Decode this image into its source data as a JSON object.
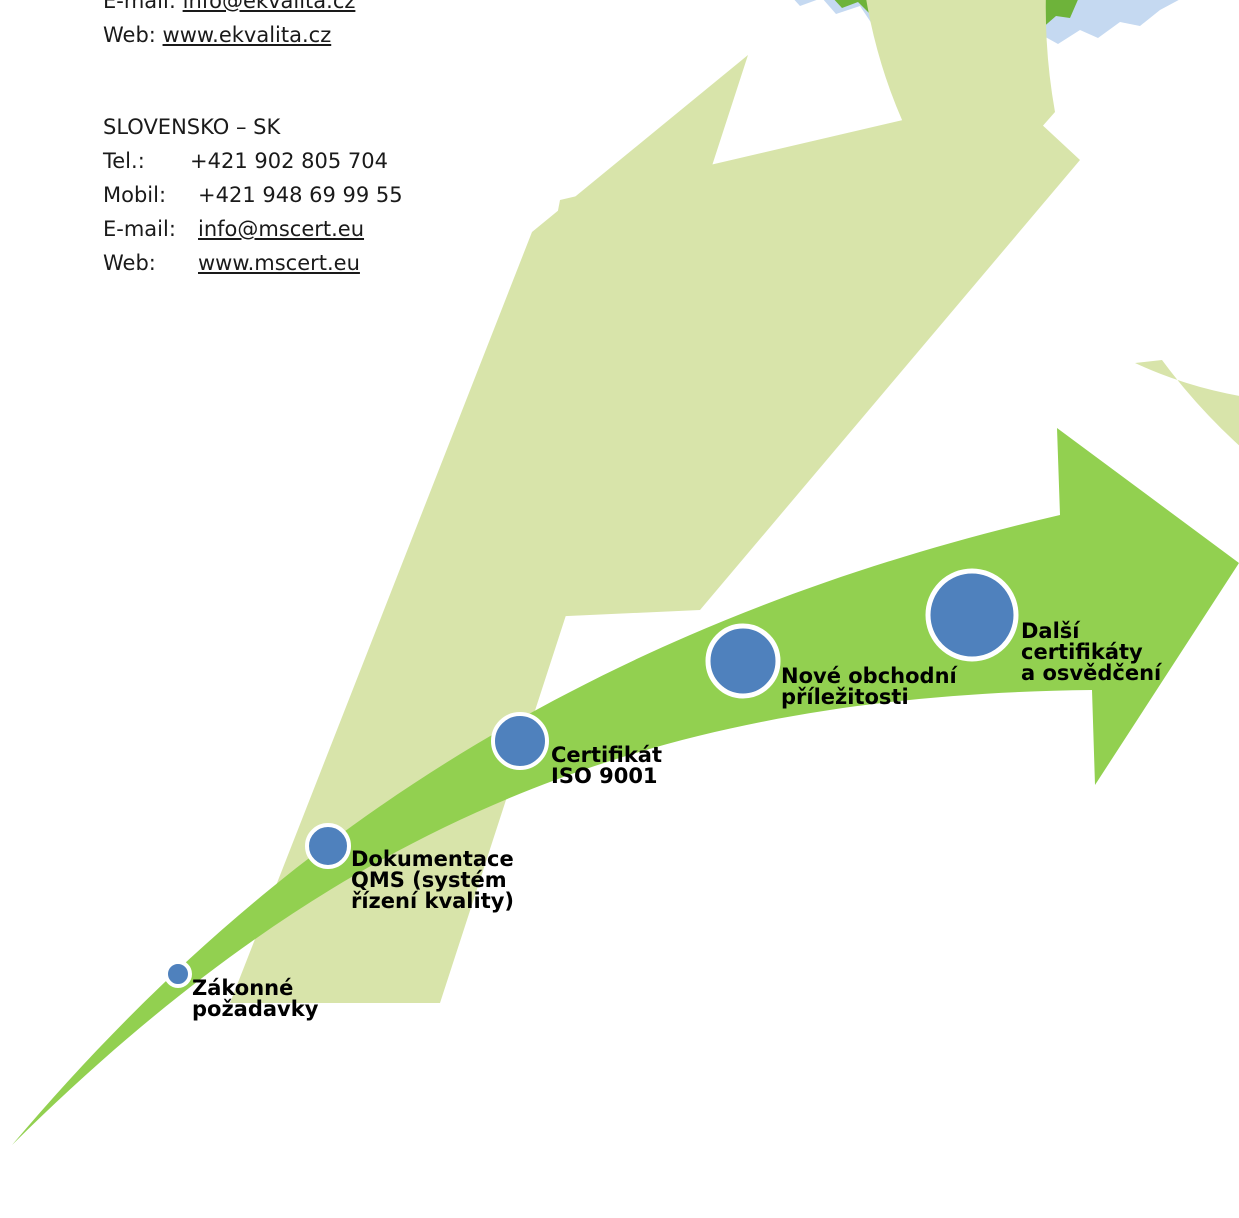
{
  "contacts": {
    "cz": {
      "email_label": "E-mail:",
      "email": "info@ekvalita.cz",
      "web_label": "Web:",
      "web": "www.ekvalita.cz"
    },
    "sk": {
      "heading": "SLOVENSKO – SK",
      "tel_label": "Tel.:",
      "tel": "+421 902 805 704",
      "mobil_label": "Mobil:",
      "mobil": "+421 948 69 99 55",
      "email_label": "E-mail:",
      "email": "info@mscert.eu",
      "web_label": "Web:",
      "web": "www.mscert.eu"
    }
  },
  "milestones": [
    {
      "label": "Zákonné\npožadavky"
    },
    {
      "label": "Dokumentace\nQMS (systém\nřízení kvality)"
    },
    {
      "label": "Certifikát\nISO 9001"
    },
    {
      "label": "Nové obchodní\npříležitosti"
    },
    {
      "label": "Další\ncertifikáty\na osvědčení"
    }
  ],
  "colors": {
    "logo_light_green": "#d8e4aa",
    "arrow_green": "#92d050",
    "circle_blue": "#4f81bd",
    "seal_blue": "#c5d9f1"
  }
}
